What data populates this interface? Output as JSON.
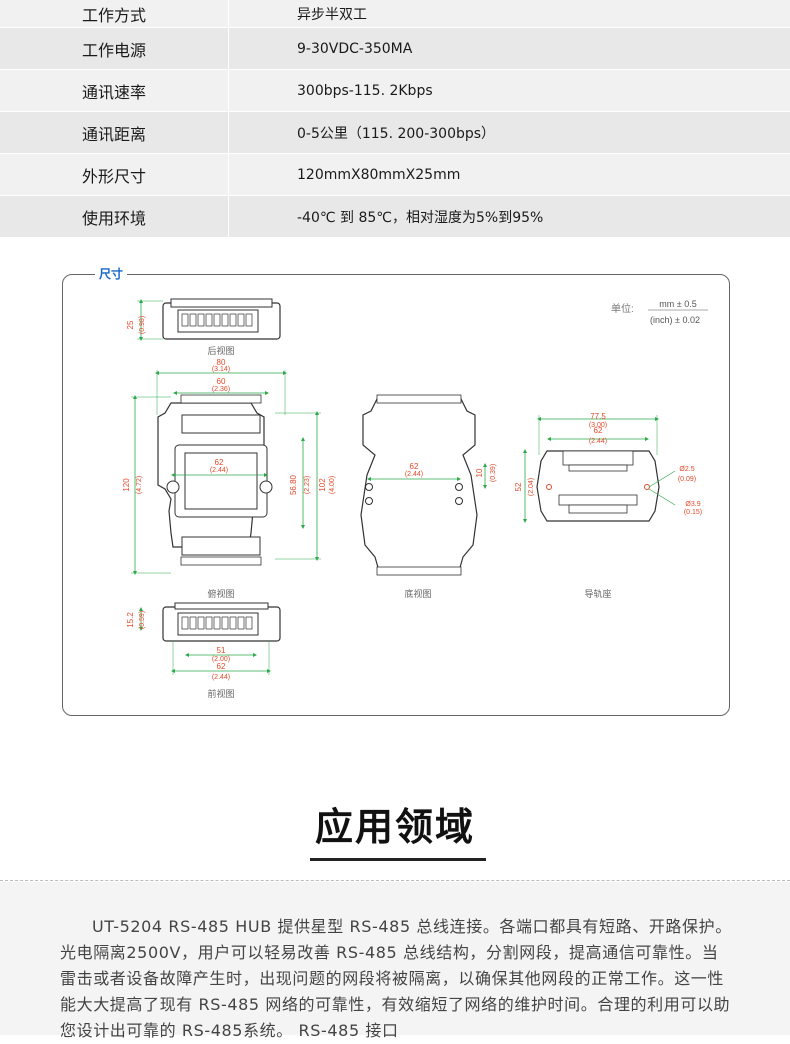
{
  "specs": [
    {
      "label": "工作方式",
      "value": "异步半双工"
    },
    {
      "label": "工作电源",
      "value": "9-30VDC-350MA"
    },
    {
      "label": "通讯速率",
      "value": "300bps-115. 2Kbps"
    },
    {
      "label": "通讯距离",
      "value": "0-5公里（115. 200-300bps）"
    },
    {
      "label": "外形尺寸",
      "value": "120mmX80mmX25mm"
    },
    {
      "label": "使用环境",
      "value": "-40℃ 到 85℃，相对湿度为5%到95%"
    }
  ],
  "dimensions": {
    "legend": "尺寸",
    "unit_label": "单位:",
    "unit_mm": "mm ± 0.5",
    "unit_inch": "(inch) ± 0.02",
    "views": {
      "rear": "后视图",
      "top": "俯视图",
      "bottom": "底视图",
      "rail": "导轨座",
      "front": "前视图"
    },
    "rear_height": "25",
    "rear_height_in": "(0.98)",
    "top_width": "80",
    "top_width_in": "(3.14)",
    "top_inner": "60",
    "top_inner_in": "(2.36)",
    "top_hole": "62",
    "top_hole_in": "(2.44)",
    "top_h1": "120",
    "top_h1_in": "(4.72)",
    "top_h2": "56.80",
    "top_h2_in": "(2.23)",
    "top_h3": "102",
    "top_h3_in": "(4.00)",
    "bottom_hole": "62",
    "bottom_hole_in": "(2.44)",
    "bottom_h": "10",
    "bottom_h_in": "(0.39)",
    "rail_w1": "77.5",
    "rail_w1_in": "(3.00)",
    "rail_w2": "62",
    "rail_w2_in": "(2.44)",
    "rail_h": "52",
    "rail_h_in": "(2.04)",
    "rail_d1": "Ø2.5",
    "rail_d1_in": "(0.09)",
    "rail_d2": "Ø3.9",
    "rail_d2_in": "(0.15)",
    "front_h": "15.2",
    "front_h_in": "(0.59)",
    "front_w1": "51",
    "front_w1_in": "(2.00)",
    "front_w2": "62",
    "front_w2_in": "(2.44)"
  },
  "application": {
    "title": "应用领域",
    "paragraph": "UT-5204 RS-485 HUB 提供星型 RS-485 总线连接。各端口都具有短路、开路保护。光电隔离2500V，用户可以轻易改善 RS-485 总线结构，分割网段，提高通信可靠性。当雷击或者设备故障产生时，出现问题的网段将被隔离，以确保其他网段的正常工作。这一性能大大提高了现有 RS-485 网络的可靠性，有效缩短了网络的维护时间。合理的利用可以助您设计出可靠的 RS-485系统。  RS-485 接口"
  },
  "colors": {
    "accent": "#1569c7",
    "dim_green": "#2aa84a",
    "dim_red": "#e24a2a"
  }
}
